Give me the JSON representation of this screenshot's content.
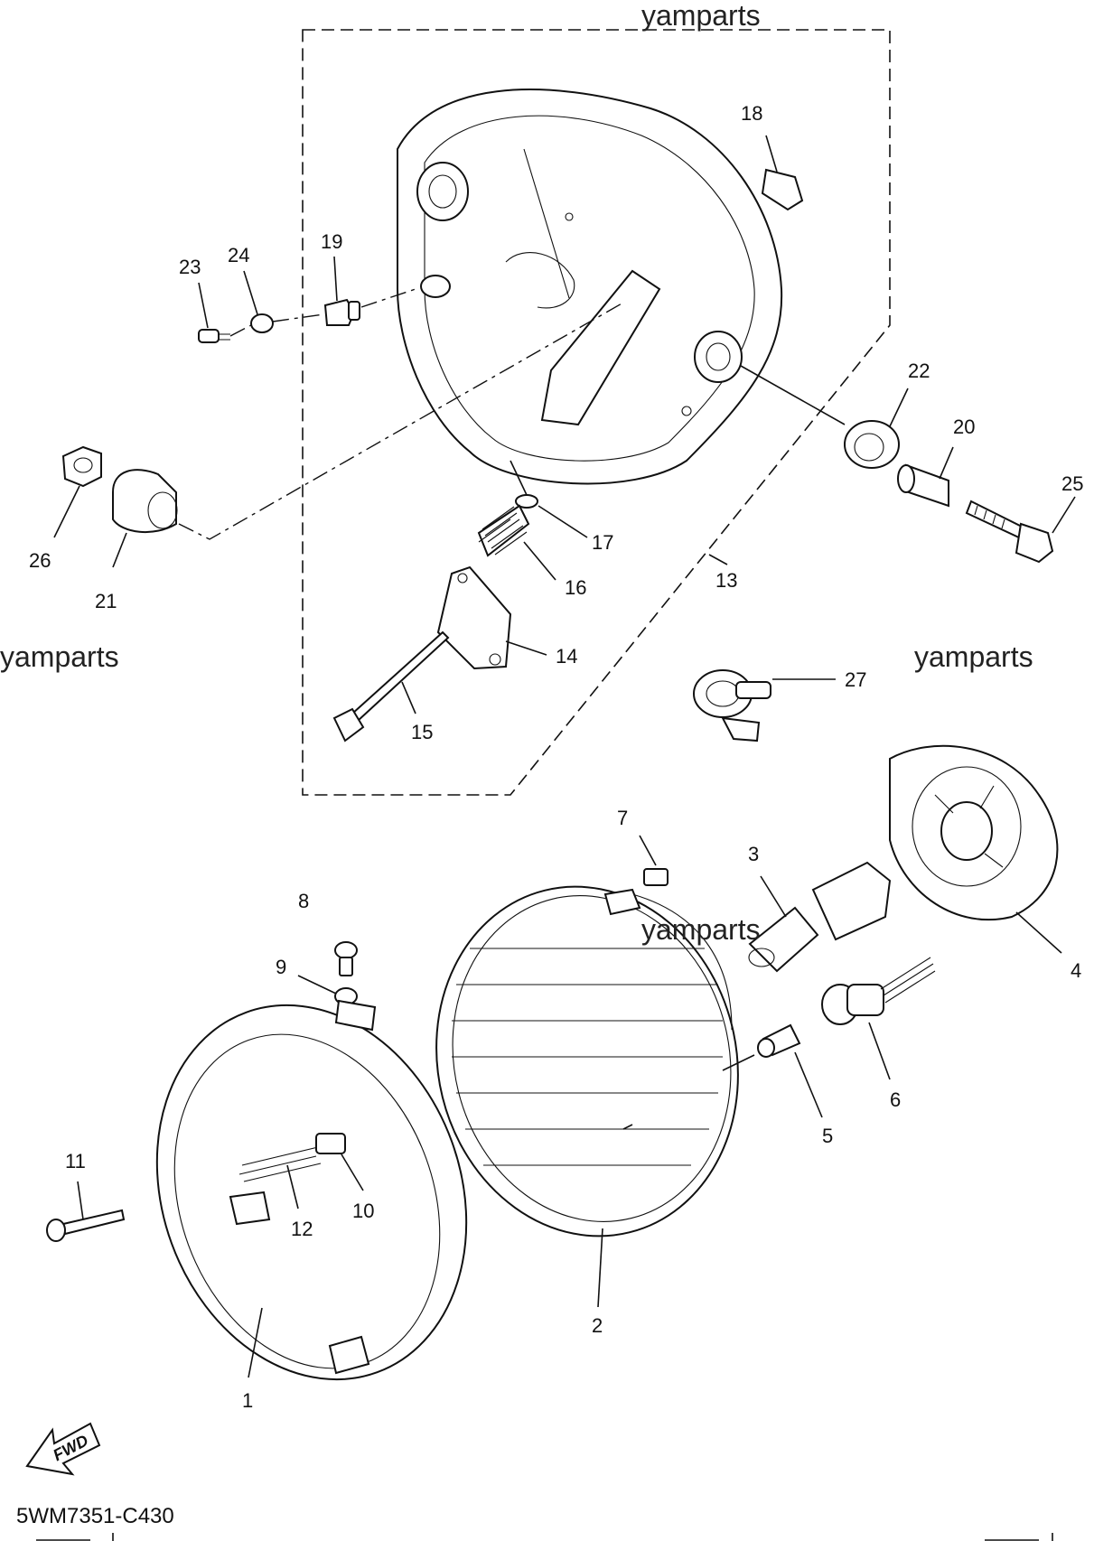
{
  "watermarks": [
    "yamparts",
    "yamparts",
    "yamparts",
    "yamparts"
  ],
  "diagram_code": "5WM7351-C430",
  "fwd_label": "FWD",
  "callouts": {
    "c1": "1",
    "c2": "2",
    "c3": "3",
    "c4": "4",
    "c5": "5",
    "c6": "6",
    "c7": "7",
    "c8": "8",
    "c9": "9",
    "c10": "10",
    "c11": "11",
    "c12": "12",
    "c13": "13",
    "c14": "14",
    "c15": "15",
    "c16": "16",
    "c17": "17",
    "c18": "18",
    "c19": "19",
    "c20": "20",
    "c21": "21",
    "c22": "22",
    "c23": "23",
    "c24": "24",
    "c25": "25",
    "c26": "26",
    "c27": "27"
  }
}
